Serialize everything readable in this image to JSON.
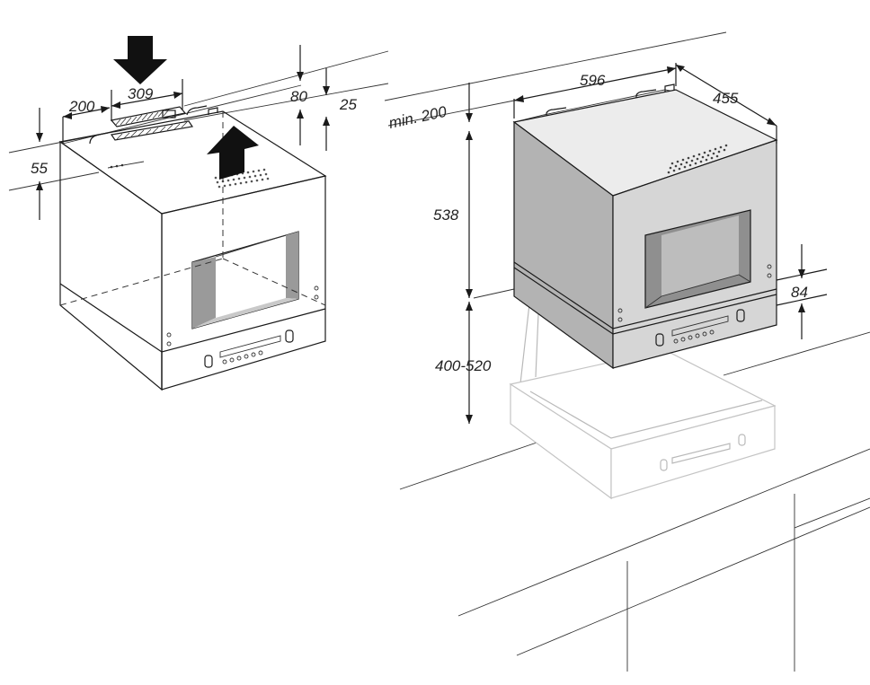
{
  "diagram": {
    "left_unit": {
      "dimensions": {
        "width_left": "200",
        "width_vent": "309",
        "height_top": "80",
        "height_small": "25",
        "height_left": "55"
      },
      "arrows": {
        "intake": "down-arrow-icon",
        "exhaust": "up-arrow-icon"
      }
    },
    "right_unit": {
      "dimensions": {
        "min_clearance": "min. 200",
        "width": "596",
        "depth": "455",
        "height": "538",
        "lift_range": "400-520",
        "panel_height": "84"
      }
    },
    "colors": {
      "line": "#1a1a1a",
      "unit_side": "#b3b3b3",
      "unit_front": "#d6d6d6",
      "unit_top": "#ececec",
      "window": "#8f8f8f",
      "ghost": "#c4c4c4"
    }
  }
}
